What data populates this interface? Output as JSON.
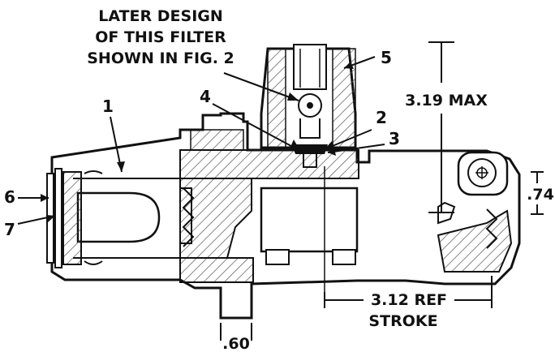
{
  "note": {
    "line1": "LATER DESIGN",
    "line2": "OF THIS FILTER",
    "line3": "SHOWN IN FIG. 2"
  },
  "callouts": [
    "1",
    "2",
    "3",
    "4",
    "5",
    "6",
    "7"
  ],
  "dimensions": {
    "max_height": "3.19 MAX",
    "right_offset": ".74",
    "stroke_line1": "3.12 REF",
    "stroke_line2": "STROKE",
    "bottom_offset": ".60"
  },
  "colors": {
    "ink": "#111111",
    "paper": "#ffffff",
    "hatch": "#555555"
  }
}
